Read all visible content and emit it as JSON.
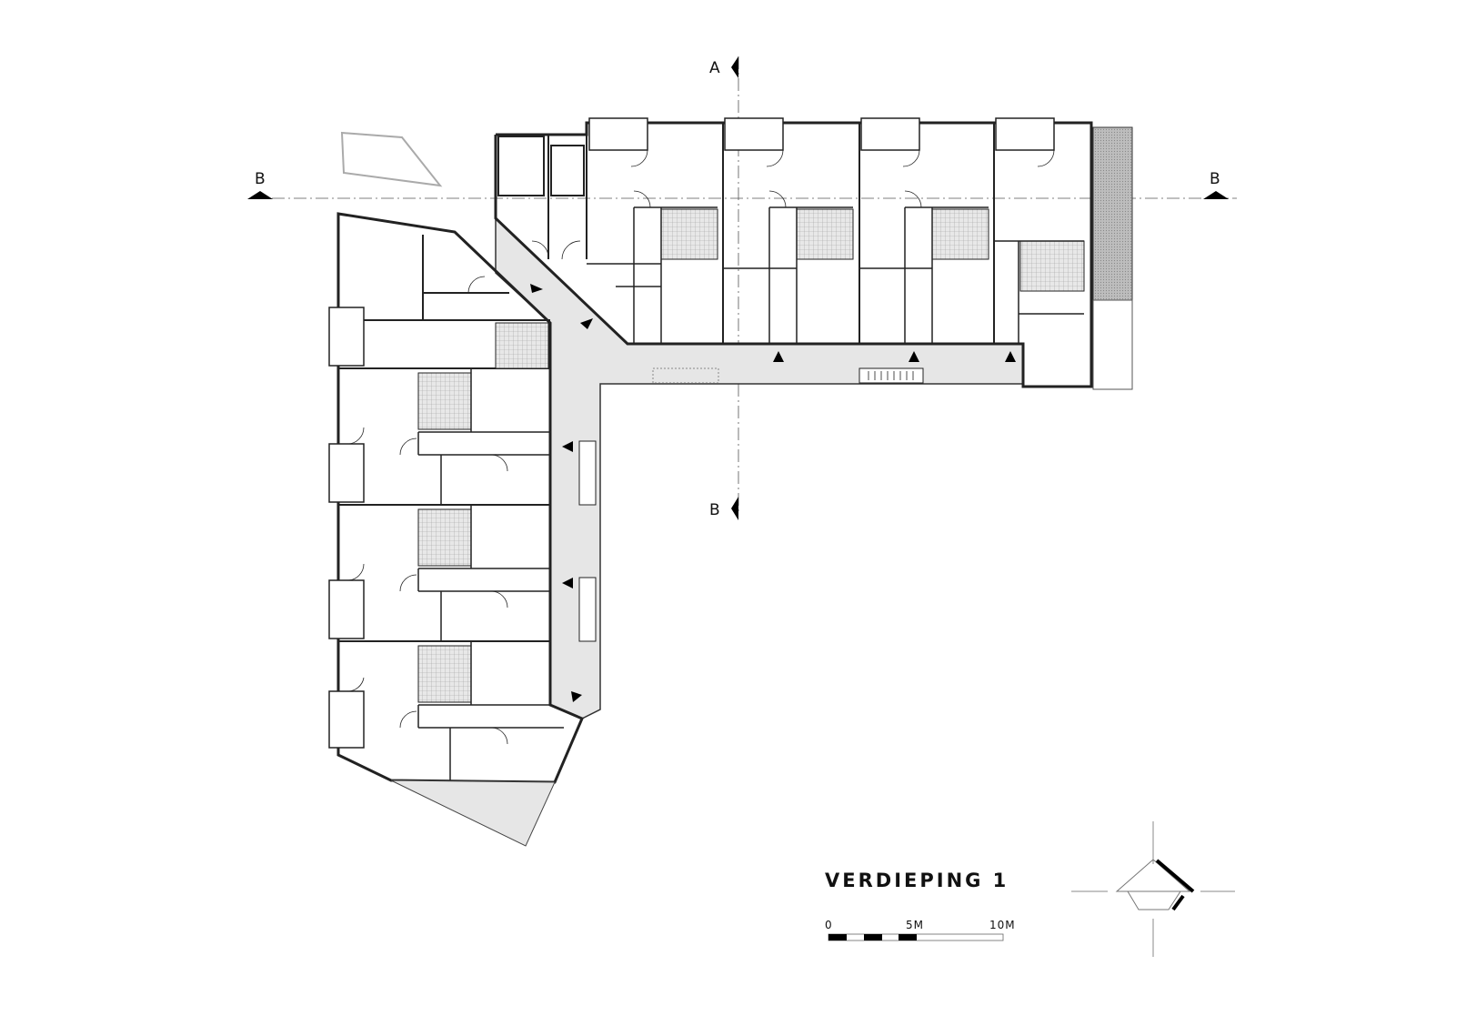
{
  "drawing": {
    "title": "VERDIEPING 1",
    "scale_bar": {
      "labels": [
        "0",
        "5M",
        "10M"
      ]
    },
    "section_markers": {
      "a_top": "A",
      "b_left": "B",
      "b_right": "B",
      "b_bottom": "B"
    }
  },
  "colors": {
    "corridor": "#e6e6e6",
    "wall": "#222222",
    "hatch": "#9a9a9a",
    "roof": "#b8b8b8"
  }
}
